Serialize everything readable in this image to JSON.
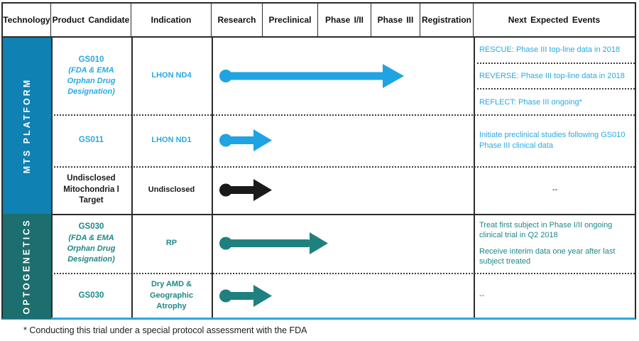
{
  "columns": [
    "Technology",
    "Product Candidate",
    "Indication",
    "Research",
    "Preclinical",
    "Phase I/II",
    "Phase III",
    "Registration",
    "Next Expected Events"
  ],
  "sections": [
    {
      "label": "MTS PLATFORM",
      "bg": "#0F81B2"
    },
    {
      "label": "OPTOGENETICS",
      "bg": "#1D6E6E"
    }
  ],
  "rows": [
    {
      "product": "GS010",
      "designation": "(FDA & EMA Orphan Drug Designation)",
      "indication": "LHON ND4",
      "arrow": {
        "color": "#1FA3E3",
        "from": "Research",
        "to": "Phase III"
      },
      "events": [
        "RESCUE: Phase III top-line data in 2018",
        "REVERSE: Phase III top-line data in 2018",
        "REFLECT: Phase III ongoing*"
      ]
    },
    {
      "product": "GS011",
      "indication": "LHON ND1",
      "arrow": {
        "color": "#1FA3E3",
        "from": "Research",
        "to": "Research"
      },
      "events": [
        "Initiate preclinical studies following GS010 Phase III clinical data"
      ]
    },
    {
      "product": "Undisclosed Mitochondria l Target",
      "indication": "Undisclosed",
      "arrow": {
        "color": "#1A1A1A",
        "from": "Research",
        "to": "Research"
      },
      "events": [
        "--"
      ]
    },
    {
      "product": "GS030",
      "designation": "(FDA & EMA Orphan Drug Designation)",
      "indication": "RP",
      "arrow": {
        "color": "#1F8080",
        "from": "Research",
        "to": "Phase I/II"
      },
      "events": [
        "Treat first subject in Phase I/II ongoing clinical trial in Q2 2018",
        "Receive interim data one year after last subject treated"
      ]
    },
    {
      "product": "GS030",
      "indication": "Dry AMD & Geographic Atrophy",
      "arrow": {
        "color": "#1F8080",
        "from": "Research",
        "to": "Research"
      },
      "events": [
        "--"
      ]
    }
  ],
  "footnote": "* Conducting this trial under a special protocol assessment with the FDA",
  "colors": {
    "mts_bg": "#0F81B2",
    "opto_bg": "#1D6E6E",
    "blue_text": "#29A9E2",
    "teal_text": "#1F8787",
    "bottom_border": "#29A8E0"
  }
}
